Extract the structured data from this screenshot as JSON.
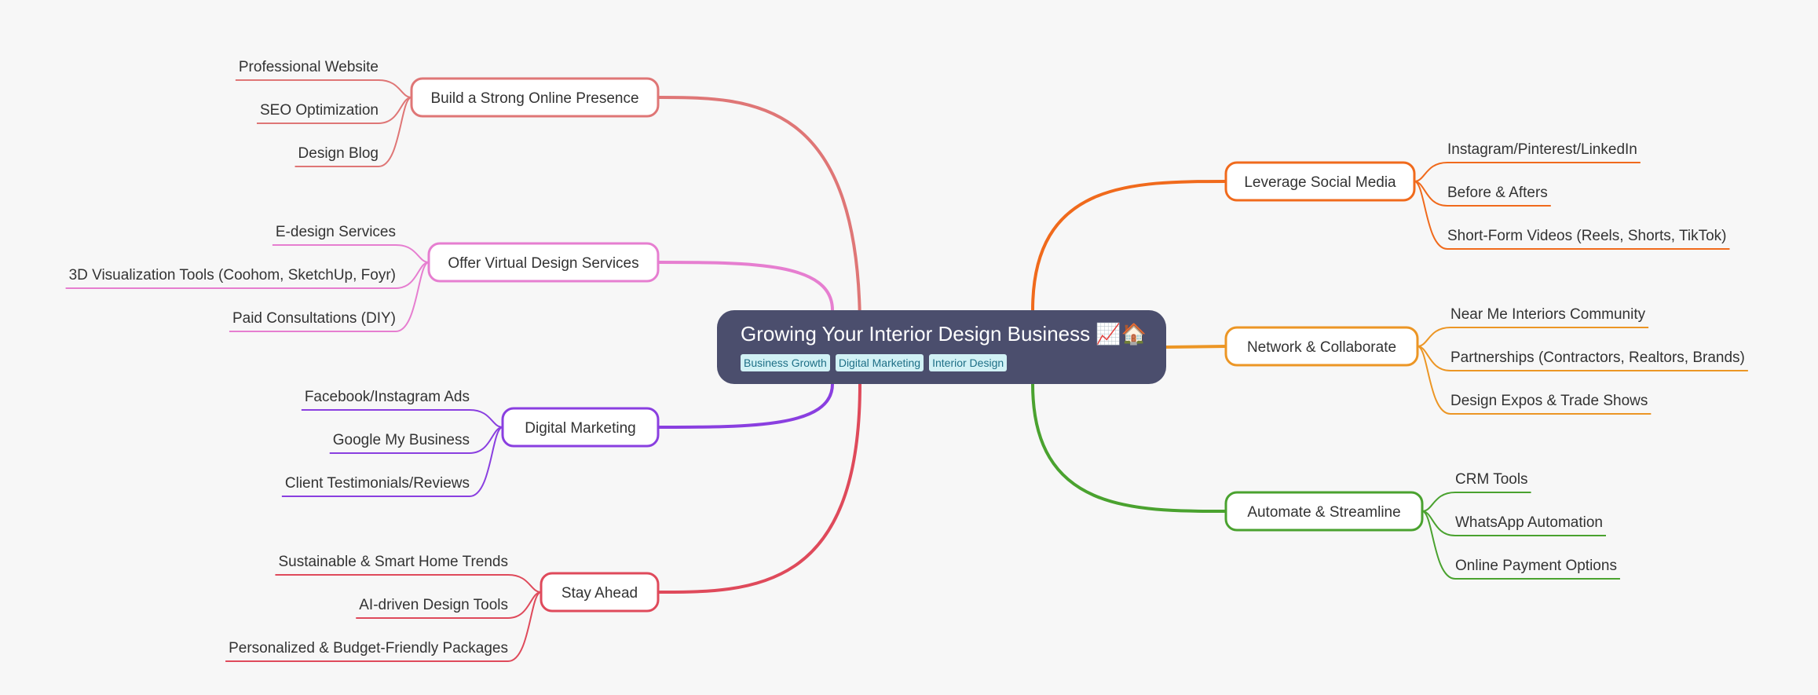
{
  "root": {
    "title": "Growing Your Interior Design Business 📈🏠",
    "tags": [
      "Business Growth",
      "Digital Marketing",
      "Interior Design"
    ]
  },
  "branches": [
    {
      "label": "Build a Strong Online Presence",
      "color": "#df7676",
      "side": "left",
      "children": [
        "Professional Website",
        "SEO Optimization",
        "Design Blog"
      ]
    },
    {
      "label": "Offer Virtual Design Services",
      "color": "#e67ed0",
      "side": "left",
      "children": [
        "E-design Services",
        "3D Visualization Tools (Coohom, SketchUp, Foyr)",
        "Paid Consultations (DIY)"
      ]
    },
    {
      "label": "Digital Marketing",
      "color": "#8a3fe0",
      "side": "left",
      "children": [
        "Facebook/Instagram Ads",
        "Google My Business",
        "Client Testimonials/Reviews"
      ]
    },
    {
      "label": "Stay Ahead",
      "color": "#df4a5b",
      "side": "left",
      "children": [
        "Sustainable & Smart Home Trends",
        "AI-driven Design Tools",
        "Personalized & Budget-Friendly Packages"
      ]
    },
    {
      "label": "Leverage Social Media",
      "color": "#f06a1c",
      "side": "right",
      "children": [
        "Instagram/Pinterest/LinkedIn",
        "Before & Afters",
        "Short-Form Videos (Reels, Shorts, TikTok)"
      ]
    },
    {
      "label": "Network & Collaborate",
      "color": "#ec9625",
      "side": "right",
      "children": [
        "Near Me Interiors Community",
        "Partnerships (Contractors, Realtors, Brands)",
        "Design Expos & Trade Shows"
      ]
    },
    {
      "label": "Automate & Streamline",
      "color": "#4aa22f",
      "side": "right",
      "children": [
        "CRM Tools",
        "WhatsApp Automation",
        "Online Payment Options"
      ]
    }
  ]
}
